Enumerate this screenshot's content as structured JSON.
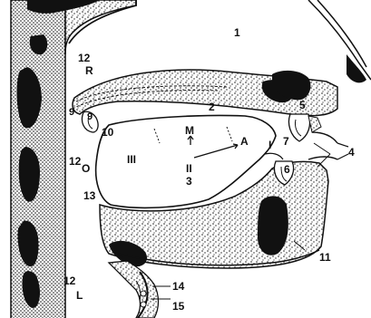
{
  "figure": {
    "labels": {
      "n1": "1",
      "n2": "2",
      "n3": "3",
      "n4": "4",
      "n5": "5",
      "n6": "6",
      "n7": "7",
      "n9a": "9",
      "n9b": "9",
      "n10": "10",
      "n11": "11",
      "n12r": "12",
      "r": "R",
      "n12o": "12",
      "o": "O",
      "n12l": "12",
      "l": "L",
      "n13": "13",
      "n14": "14",
      "n15": "15",
      "iii": "III",
      "m": "M",
      "a": "A",
      "i": "I",
      "ii": "II"
    }
  }
}
